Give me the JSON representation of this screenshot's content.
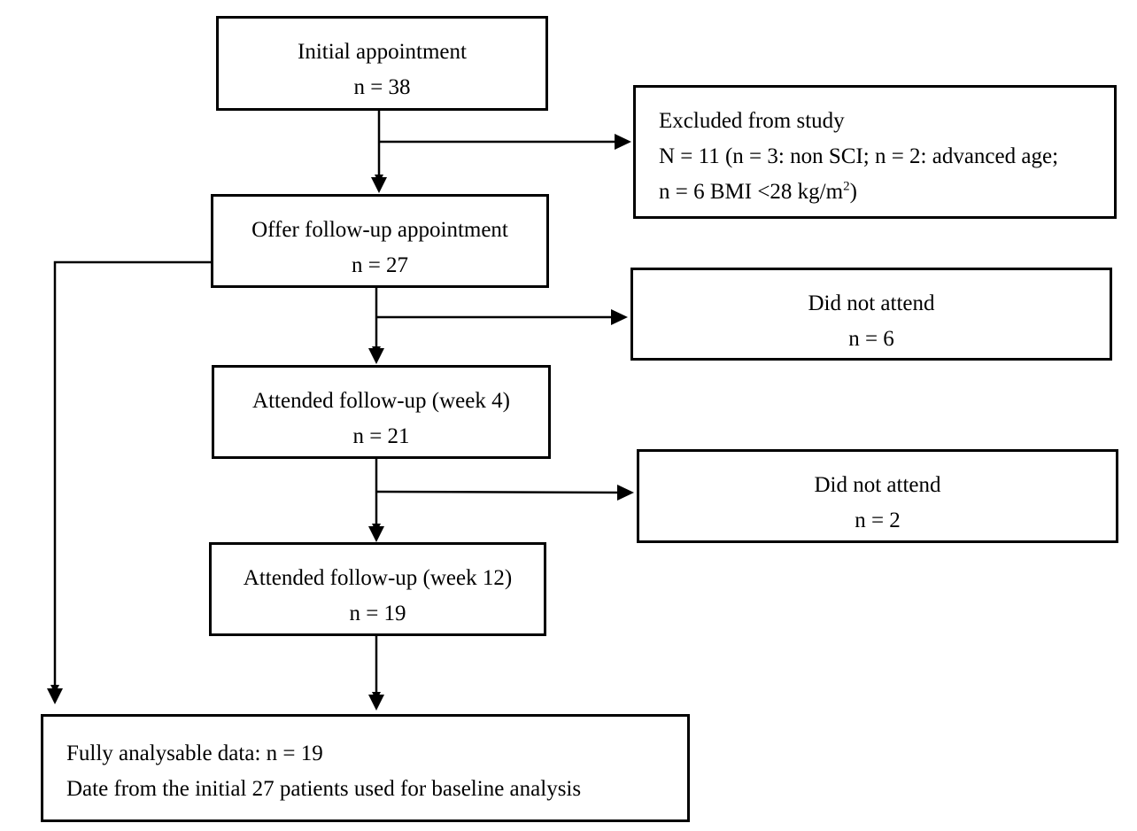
{
  "nodes": {
    "initial": {
      "title": "Initial appointment",
      "count": "n = 38"
    },
    "excluded": {
      "title": "Excluded from study",
      "line2": "N = 11 (n = 3: non SCI; n = 2: advanced age;",
      "line3_prefix": "n = 6 BMI <28 kg/m",
      "line3_sup": "2",
      "line3_suffix": ")"
    },
    "offer": {
      "title": "Offer follow-up appointment",
      "count": "n = 27"
    },
    "dna1": {
      "title": "Did not attend",
      "count": "n = 6"
    },
    "week4": {
      "title": "Attended follow-up (week 4)",
      "count": "n = 21"
    },
    "dna2": {
      "title": "Did not attend",
      "count": "n = 2"
    },
    "week12": {
      "title": "Attended follow-up (week 12)",
      "count": "n = 19"
    },
    "final": {
      "line1": "Fully analysable data: n = 19",
      "line2": "Date from the initial 27 patients used for baseline analysis"
    }
  }
}
